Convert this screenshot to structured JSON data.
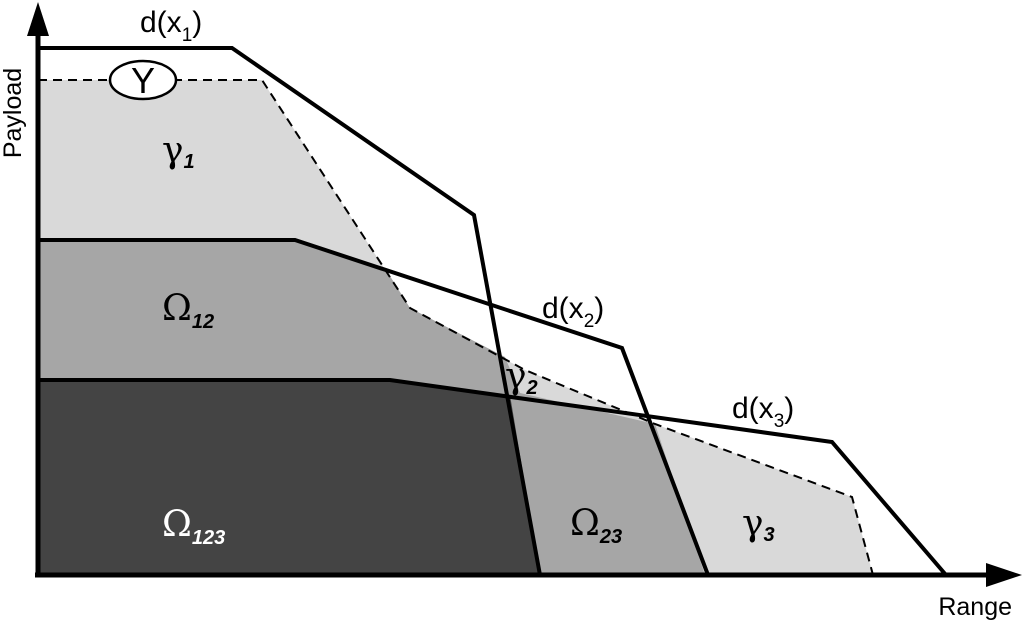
{
  "axes": {
    "x_label": "Range",
    "y_label": "Payload"
  },
  "curves": {
    "x1": {
      "prefix": "d(x",
      "sub": "1",
      "suffix": ")"
    },
    "x2": {
      "prefix": "d(x",
      "sub": "2",
      "suffix": ")"
    },
    "x3": {
      "prefix": "d(x",
      "sub": "3",
      "suffix": ")"
    }
  },
  "regions": {
    "gamma1": {
      "symbol": "γ",
      "sub": "1"
    },
    "gamma2": {
      "symbol": "γ",
      "sub": "2"
    },
    "gamma3": {
      "symbol": "γ",
      "sub": "3"
    },
    "omega12": {
      "symbol": "Ω",
      "sub": "12"
    },
    "omega23": {
      "symbol": "Ω",
      "sub": "23"
    },
    "omega123": {
      "symbol": "Ω",
      "sub": "123"
    }
  },
  "marker": {
    "label": "Y"
  },
  "colors": {
    "light_gray": "#d9d9d9",
    "mid_gray": "#a6a6a6",
    "dark_gray": "#444444",
    "line": "#000000"
  }
}
